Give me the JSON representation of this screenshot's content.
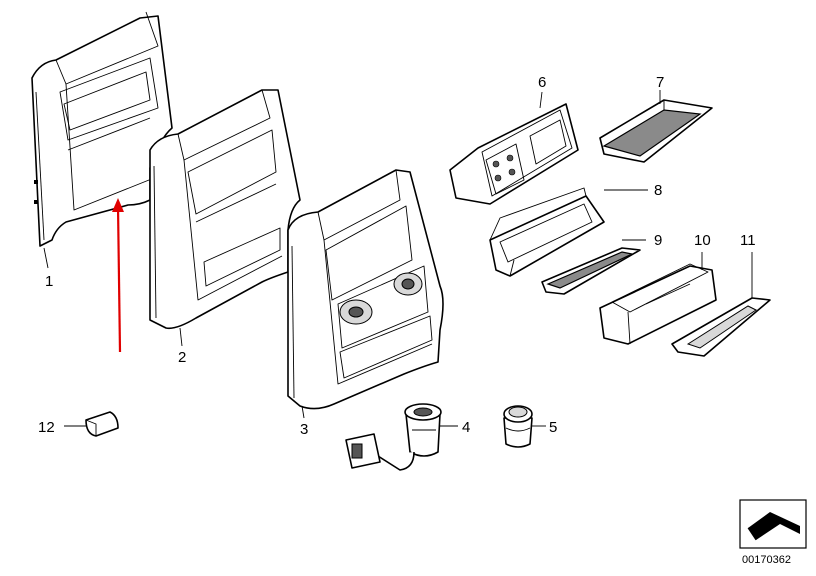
{
  "diagram": {
    "callouts": [
      "1",
      "2",
      "3",
      "4",
      "5",
      "6",
      "7",
      "8",
      "9",
      "10",
      "11",
      "12"
    ],
    "reference_number": "00170362",
    "colors": {
      "arrow": "#e00000",
      "line": "#000000",
      "background": "#ffffff"
    }
  }
}
